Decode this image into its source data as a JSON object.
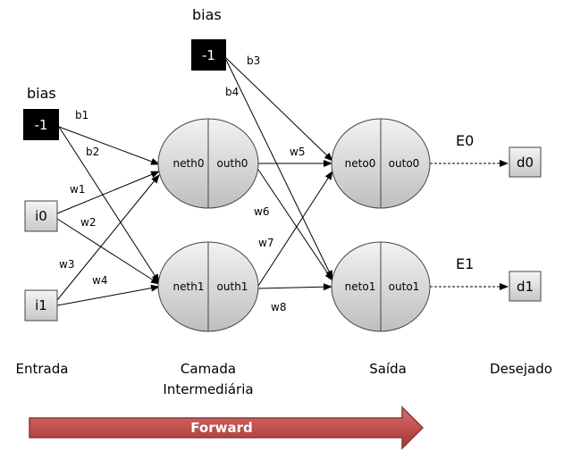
{
  "bias_labels": {
    "top": "bias",
    "left": "bias"
  },
  "bias_boxes": {
    "top": "-1",
    "left": "-1"
  },
  "inputs": [
    "i0",
    "i1"
  ],
  "hidden_nodes": [
    {
      "net": "neth0",
      "out": "outh0"
    },
    {
      "net": "neth1",
      "out": "outh1"
    }
  ],
  "output_nodes": [
    {
      "net": "neto0",
      "out": "outo0"
    },
    {
      "net": "neto1",
      "out": "outo1"
    }
  ],
  "desired": [
    "d0",
    "d1"
  ],
  "errors": [
    "E0",
    "E1"
  ],
  "weights": {
    "b1": "b1",
    "b2": "b2",
    "b3": "b3",
    "b4": "b4",
    "w1": "w1",
    "w2": "w2",
    "w3": "w3",
    "w4": "w4",
    "w5": "w5",
    "w6": "w6",
    "w7": "w7",
    "w8": "w8"
  },
  "columns": {
    "entrada": "Entrada",
    "camada_line1": "Camada",
    "camada_line2": "Intermediária",
    "saida": "Saída",
    "desejado": "Desejado"
  },
  "forward_label": "Forward",
  "colors": {
    "node_fill": "#d9d9d9",
    "box_fill": "#e0e0e0",
    "bias_fill": "#000000",
    "arrow_fill": "#c0504d",
    "arrow_stroke": "#8c3836"
  }
}
